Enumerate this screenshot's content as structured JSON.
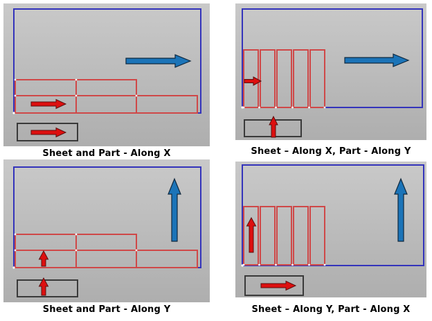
{
  "colors": {
    "page_bg": "#ffffff",
    "panel_bg_top": "#c9c9c9",
    "panel_bg_bottom": "#aeaeae",
    "sheet_border": "#3434bb",
    "part_border": "#cf4848",
    "vertex_dot": "#ffffff",
    "red_arrow": "#dd0f0f",
    "red_arrow_outline": "#5a0f0f",
    "blue_arrow": "#1b74b8",
    "blue_arrow_outline": "#10293f",
    "box_border": "#3a3a3a",
    "caption_text": "#000000"
  },
  "panels": [
    {
      "caption": "Sheet and Part - Along X",
      "sheet_along": "X",
      "part_along": "X"
    },
    {
      "caption": "Sheet – Along X, Part - Along Y",
      "sheet_along": "X",
      "part_along": "Y"
    },
    {
      "caption": "Sheet and Part - Along Y",
      "sheet_along": "Y",
      "part_along": "Y"
    },
    {
      "caption": "Sheet – Along Y, Part - Along X",
      "sheet_along": "Y",
      "part_along": "X"
    }
  ]
}
